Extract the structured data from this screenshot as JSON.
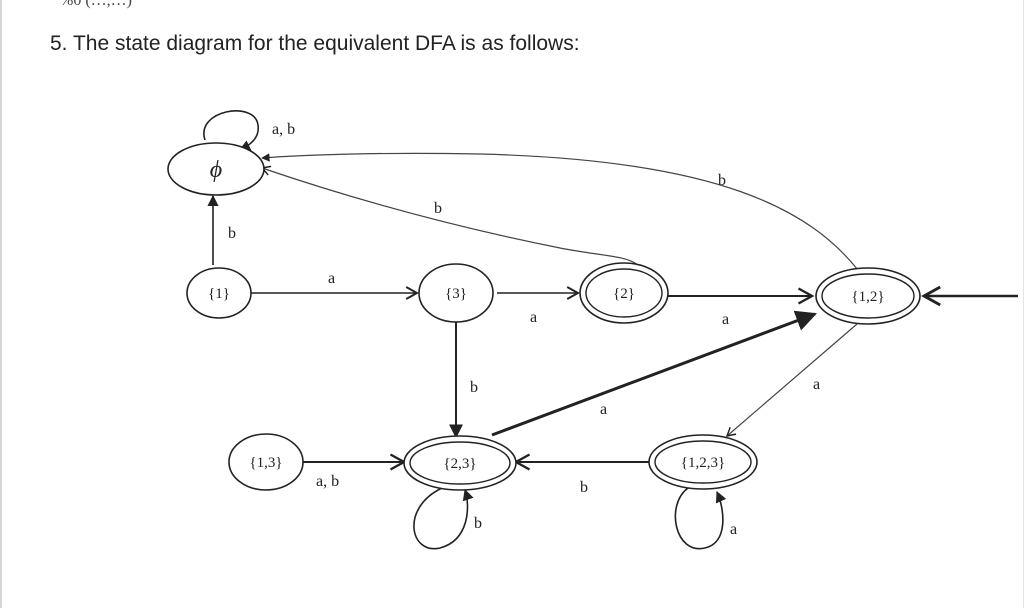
{
  "page": {
    "top_crop_text": "%0    (…,…)",
    "heading": "5. The state diagram for the equivalent DFA is as follows:"
  },
  "diagram": {
    "states": [
      {
        "id": "empty",
        "label": "ϕ",
        "accepting": false
      },
      {
        "id": "s1",
        "label": "{1}",
        "accepting": false
      },
      {
        "id": "s3",
        "label": "{3}",
        "accepting": false
      },
      {
        "id": "s2",
        "label": "{2}",
        "accepting": true
      },
      {
        "id": "s12",
        "label": "{1,2}",
        "accepting": true,
        "start": true
      },
      {
        "id": "s13",
        "label": "{1,3}",
        "accepting": false
      },
      {
        "id": "s23",
        "label": "{2,3}",
        "accepting": true
      },
      {
        "id": "s123",
        "label": "{1,2,3}",
        "accepting": true
      }
    ],
    "transitions": [
      {
        "from": "empty",
        "to": "empty",
        "label": "a, b"
      },
      {
        "from": "s1",
        "to": "empty",
        "label": "b"
      },
      {
        "from": "s1",
        "to": "s3",
        "label": "a"
      },
      {
        "from": "s3",
        "to": "s2",
        "label": "a"
      },
      {
        "from": "s3",
        "to": "s23",
        "label": "b"
      },
      {
        "from": "s2",
        "to": "empty",
        "label": "b"
      },
      {
        "from": "s2",
        "to": "s12",
        "label": "a"
      },
      {
        "from": "s12",
        "to": "empty",
        "label": "b"
      },
      {
        "from": "s12",
        "to": "s123",
        "label": "a"
      },
      {
        "from": "s23",
        "to": "s12",
        "label": "a"
      },
      {
        "from": "s23",
        "to": "s23",
        "label": "b"
      },
      {
        "from": "s13",
        "to": "s23",
        "label": "a, b"
      },
      {
        "from": "s123",
        "to": "s23",
        "label": "b"
      },
      {
        "from": "s123",
        "to": "s123",
        "label": "a"
      }
    ]
  }
}
